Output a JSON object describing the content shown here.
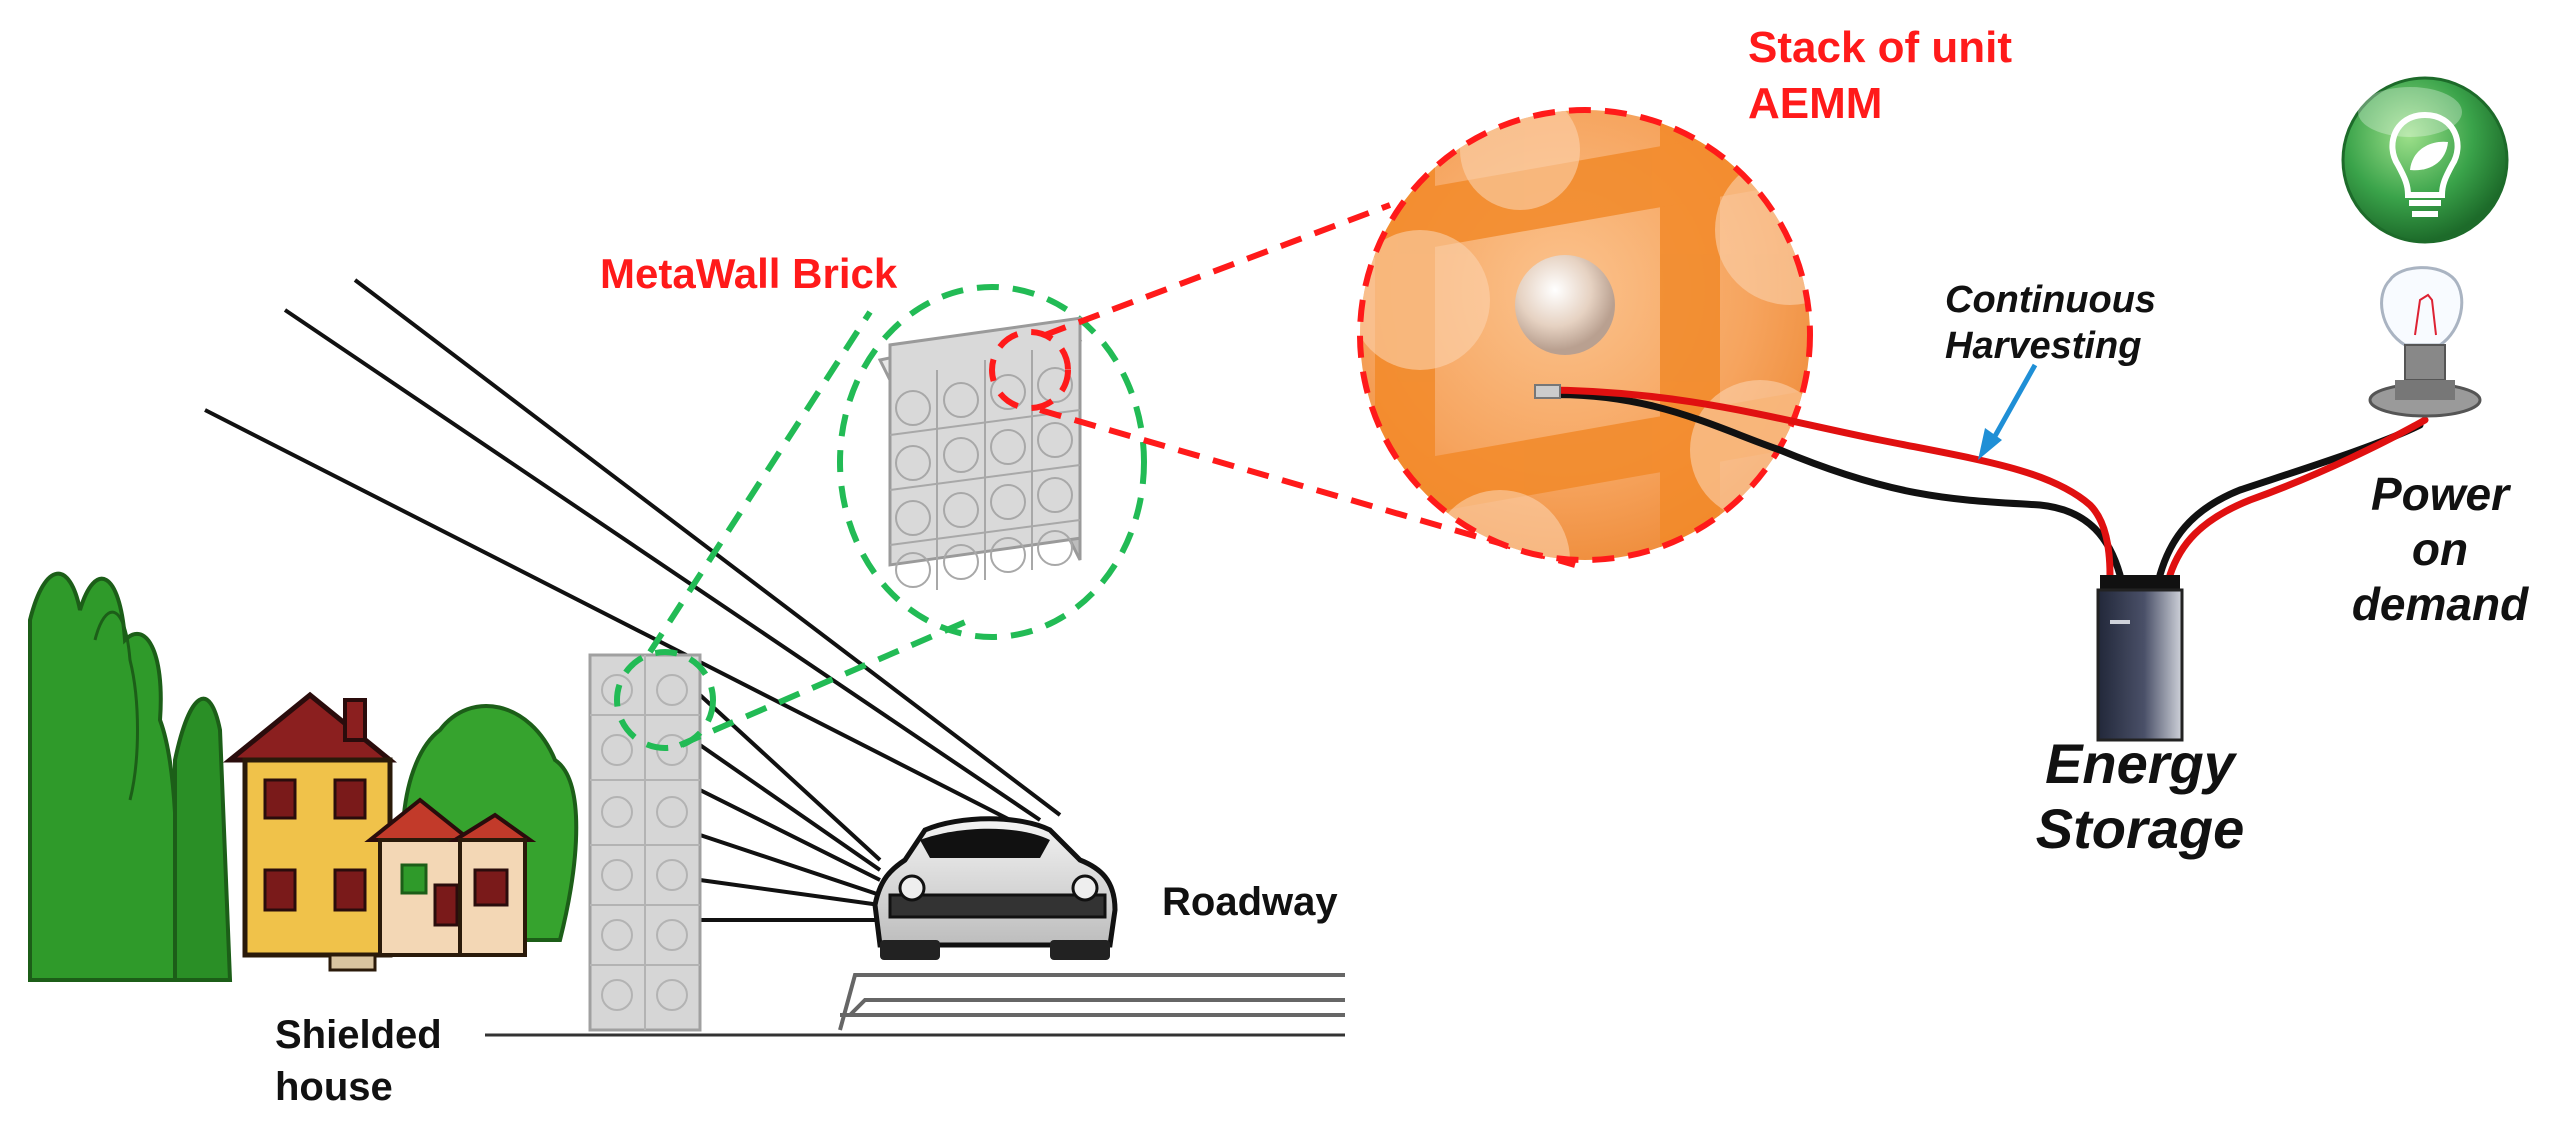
{
  "labels": {
    "metawall_brick": "MetaWall Brick",
    "stack_line1": "Stack of unit",
    "stack_line2": "AEMM",
    "continuous_line1": "Continuous",
    "continuous_line2": "Harvesting",
    "power_line1": "Power",
    "power_line2": "on",
    "power_line3": "demand",
    "energy_line1": "Energy",
    "energy_line2": "Storage",
    "roadway": "Roadway",
    "shielded_line1": "Shielded",
    "shielded_line2": "house"
  },
  "colors": {
    "callout_red": "#ff1a1a",
    "callout_green": "#22bb55",
    "wire_red": "#e01010",
    "wire_black": "#111111",
    "arrow_blue": "#1f8fd6",
    "magnified_orange": "#f5a15a",
    "bulb_icon_green": "#3aa34a"
  },
  "icons": [
    "house-icon",
    "tree-icon",
    "car-icon",
    "bulb-icon",
    "eco-bulb-icon",
    "battery-icon"
  ]
}
